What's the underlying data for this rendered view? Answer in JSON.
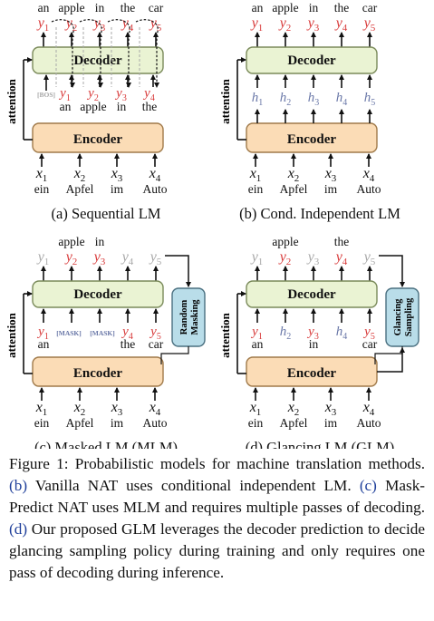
{
  "figure": {
    "panels": [
      {
        "id": "a",
        "caption": "(a) Sequential LM",
        "top_words": [
          "an",
          "apple",
          "in",
          "the",
          "car"
        ],
        "outputs": [
          "y1",
          "y2",
          "y3",
          "y4",
          "y5"
        ],
        "output_colors": [
          "red",
          "red",
          "red",
          "red",
          "red"
        ],
        "decoder_label": "Decoder",
        "encoder_label": "Encoder",
        "attention_label": "attention",
        "bos_label": "[BOS]",
        "decoder_inputs": [
          "y1",
          "y2",
          "y3",
          "y4"
        ],
        "decoder_input_words": [
          "an",
          "apple",
          "in",
          "the"
        ],
        "encoder_inputs": [
          "x1",
          "x2",
          "x3",
          "x4"
        ],
        "source_words": [
          "ein",
          "Apfel",
          "im",
          "Auto"
        ]
      },
      {
        "id": "b",
        "caption": "(b) Cond. Independent LM",
        "top_words": [
          "an",
          "apple",
          "in",
          "the",
          "car"
        ],
        "outputs": [
          "y1",
          "y2",
          "y3",
          "y4",
          "y5"
        ],
        "output_colors": [
          "red",
          "red",
          "red",
          "red",
          "red"
        ],
        "decoder_label": "Decoder",
        "encoder_label": "Encoder",
        "attention_label": "attention",
        "hidden": [
          "h1",
          "h2",
          "h3",
          "h4",
          "h5"
        ],
        "encoder_inputs": [
          "x1",
          "x2",
          "x3",
          "x4"
        ],
        "source_words": [
          "ein",
          "Apfel",
          "im",
          "Auto"
        ]
      },
      {
        "id": "c",
        "caption": "(c) Masked LM (MLM)",
        "top_words": [
          "",
          "apple",
          "in",
          "",
          ""
        ],
        "outputs": [
          "y1",
          "y2",
          "y3",
          "y4",
          "y5"
        ],
        "output_colors": [
          "gray",
          "red",
          "red",
          "gray",
          "gray"
        ],
        "decoder_label": "Decoder",
        "encoder_label": "Encoder",
        "attention_label": "attention",
        "side_box": [
          "Random",
          "Masking"
        ],
        "decoder_inputs": [
          "y1",
          "[MASK]",
          "[MASK]",
          "y4",
          "y5"
        ],
        "decoder_input_words": [
          "an",
          "",
          "",
          "the",
          "car"
        ],
        "encoder_inputs": [
          "x1",
          "x2",
          "x3",
          "x4"
        ],
        "source_words": [
          "ein",
          "Apfel",
          "im",
          "Auto"
        ]
      },
      {
        "id": "d",
        "caption": "(d) Glancing LM (GLM)",
        "top_words": [
          "",
          "apple",
          "",
          "the",
          ""
        ],
        "outputs": [
          "y1",
          "y2",
          "y3",
          "y4",
          "y5"
        ],
        "output_colors": [
          "gray",
          "red",
          "gray",
          "red",
          "gray"
        ],
        "decoder_label": "Decoder",
        "encoder_label": "Encoder",
        "attention_label": "attention",
        "side_box": [
          "Glancing",
          "Sampling"
        ],
        "decoder_inputs": [
          "y1",
          "h2",
          "y3",
          "h4",
          "y5"
        ],
        "decoder_input_words": [
          "an",
          "",
          "in",
          "",
          "car"
        ],
        "encoder_inputs": [
          "x1",
          "x2",
          "x3",
          "x4"
        ],
        "source_words": [
          "ein",
          "Apfel",
          "im",
          "Auto"
        ]
      }
    ]
  },
  "caption": {
    "label": "Figure 1:",
    "text_1": " Probabilistic models for machine translation methods. ",
    "ref_b": "(b)",
    "text_2": " Vanilla NAT uses conditional independent LM. ",
    "ref_c": "(c)",
    "text_3": " Mask-Predict NAT uses MLM and requires multiple passes of decoding. ",
    "ref_d": "(d)",
    "text_4": " Our proposed GLM leverages the decoder prediction to decide glancing sampling policy during training and only requires one pass of decoding during inference."
  },
  "colors": {
    "decoder_fill": "#eaf3d3",
    "decoder_stroke": "#7a8a5a",
    "encoder_fill": "#fbdcb6",
    "encoder_stroke": "#a07a4a",
    "side_box_fill": "#b9dde9",
    "side_box_stroke": "#4a7080",
    "red": "#d83a3a",
    "gray": "#a8a8a8",
    "hidden": "#6a78a8",
    "mask": "#6a78a8"
  }
}
